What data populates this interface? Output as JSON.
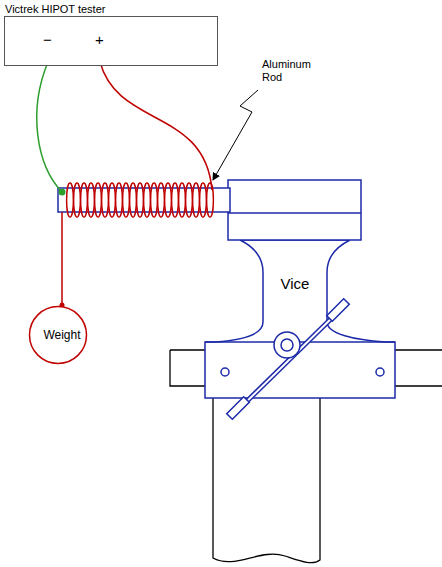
{
  "diagram": {
    "nodes": [
      {
        "text": [
          "Victrek HIPOT tester",
          "−",
          "+"
        ]
      },
      {
        "text": [
          "Weight"
        ]
      },
      {
        "text": [
          "Vice"
        ]
      }
    ],
    "labels": [
      "Aluminum Rod"
    ]
  }
}
